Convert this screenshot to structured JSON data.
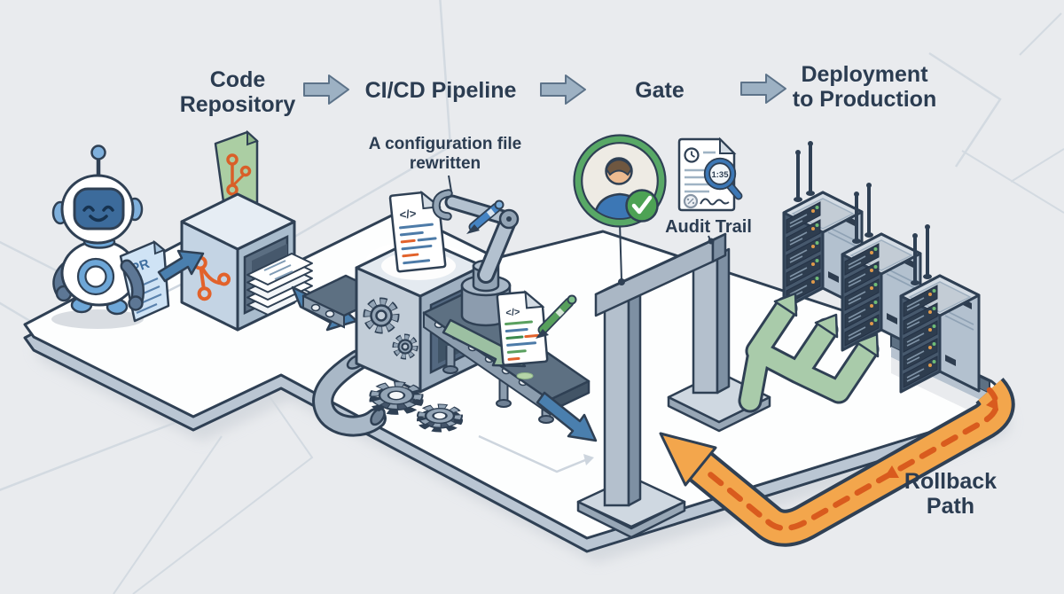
{
  "header": {
    "steps": [
      {
        "line1": "Code",
        "line2": "Repository"
      },
      {
        "line1": "CI/CD Pipeline",
        "line2": ""
      },
      {
        "line1": "Gate",
        "line2": ""
      },
      {
        "line1": "Deployment",
        "line2": "to Production"
      }
    ]
  },
  "annotations": {
    "config_line1": "A configuration file",
    "config_line2": "rewritten",
    "audit_label": "Audit Trail",
    "rollback_line1": "Rollback",
    "rollback_line2": "Path",
    "pr_label": "PR",
    "magnifier_value": "1:35",
    "code_glyph": "</>"
  },
  "colors": {
    "background": "#e9ebee",
    "outline_navy": "#2f4054",
    "text_navy": "#2b3c51",
    "flow_arrow_gray": "#9db1c3",
    "accent_blue": "#4a7fae",
    "git_orange": "#e2622b",
    "sage_green": "#a9cbaa",
    "approval_green": "#4da254",
    "ring_green": "#58a866",
    "rollback_orange": "#f3a64c",
    "rollback_dash": "#d95b1e",
    "steel_gray": "#b4c0cd"
  }
}
